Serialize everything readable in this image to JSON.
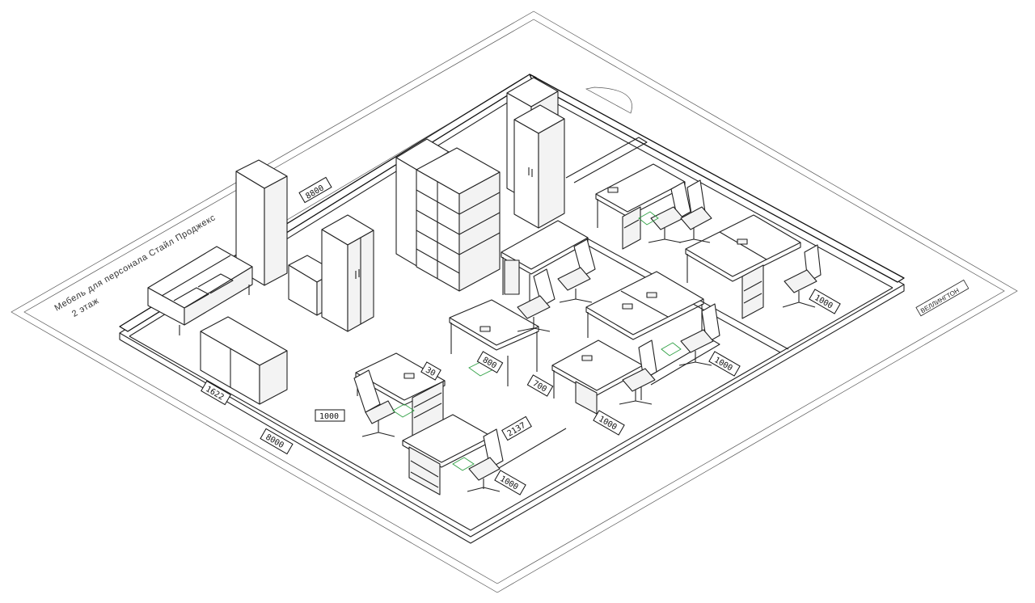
{
  "drawing": {
    "title_line1": "Мебель для персонала Стайл Проджекс",
    "title_line2": "2 этаж",
    "logo_text": "ВЕЛЛИНГТОН"
  },
  "dimensions": {
    "room_depth": "8800",
    "room_width": "8000",
    "cabinet_width": "1622",
    "passage_left": "1000",
    "desk_span": "2137",
    "chair_clear_1": "1000",
    "chair_clear_2": "1000",
    "chair_clear_3": "1000",
    "chair_clear_4": "1000",
    "desk_gap_1": "800",
    "desk_gap_2": "700",
    "desk_small": "30"
  }
}
